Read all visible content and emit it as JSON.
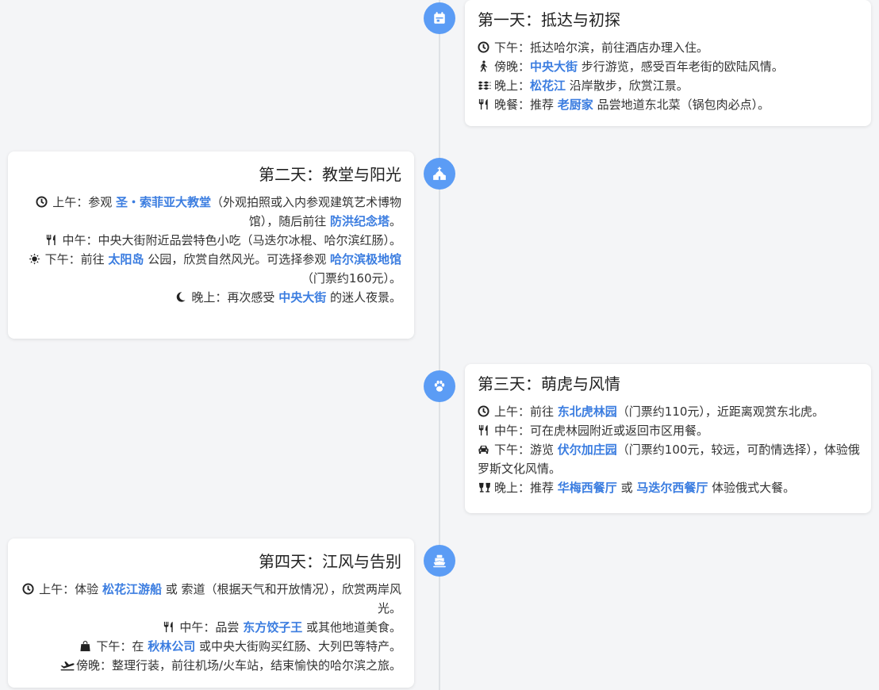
{
  "days": [
    {
      "title": "第一天：抵达与初探",
      "items": [
        {
          "icon": "clock-icon",
          "text": [
            "下午：抵达哈尔滨，前往酒店办理入住。"
          ]
        },
        {
          "icon": "walking-icon",
          "text": [
            "傍晚：",
            "中央大街",
            " 步行游览，感受百年老街的欧陆风情。"
          ]
        },
        {
          "icon": "water-icon",
          "text": [
            "晚上：",
            "松花江",
            " 沿岸散步，欣赏江景。"
          ]
        },
        {
          "icon": "utensils-icon",
          "text": [
            "晚餐：推荐 ",
            "老厨家",
            " 品尝地道东北菜（锅包肉必点）。"
          ]
        }
      ]
    },
    {
      "title": "第二天：教堂与阳光",
      "items": [
        {
          "icon": "clock-icon",
          "text": [
            "上午：参观 ",
            "圣・索菲亚大教堂",
            "（外观拍照或入内参观建筑艺术博物馆），随后前往 ",
            "防洪纪念塔",
            "。"
          ]
        },
        {
          "icon": "utensils-icon",
          "text": [
            "中午：中央大街附近品尝特色小吃（马迭尔冰棍、哈尔滨红肠）。"
          ]
        },
        {
          "icon": "sun-icon",
          "text": [
            "下午：前往 ",
            "太阳岛",
            " 公园，欣赏自然风光。可选择参观 ",
            "哈尔滨极地馆",
            "（门票约160元）。"
          ]
        },
        {
          "icon": "moon-icon",
          "text": [
            "晚上：再次感受 ",
            "中央大街",
            " 的迷人夜景。"
          ]
        }
      ]
    },
    {
      "title": "第三天：萌虎与风情",
      "items": [
        {
          "icon": "clock-icon",
          "text": [
            "上午：前往 ",
            "东北虎林园",
            "（门票约110元），近距离观赏东北虎。"
          ]
        },
        {
          "icon": "utensils-icon",
          "text": [
            "中午：可在虎林园附近或返回市区用餐。"
          ]
        },
        {
          "icon": "car-icon",
          "text": [
            "下午：游览 ",
            "伏尔加庄园",
            "（门票约100元，较远，可酌情选择），体验俄罗斯文化风情。"
          ]
        },
        {
          "icon": "wine-glasses-icon",
          "text": [
            "晚上：推荐 ",
            "华梅西餐厅",
            " 或 ",
            "马迭尔西餐厅",
            " 体验俄式大餐。"
          ]
        }
      ]
    },
    {
      "title": "第四天：江风与告别",
      "items": [
        {
          "icon": "clock-icon",
          "text": [
            "上午：体验 ",
            "松花江游船",
            " 或 索道（根据天气和开放情况），欣赏两岸风光。"
          ]
        },
        {
          "icon": "utensils-icon",
          "text": [
            "中午：品尝 ",
            "东方饺子王",
            " 或其他地道美食。"
          ]
        },
        {
          "icon": "shopping-bag-icon",
          "text": [
            "下午：在 ",
            "秋林公司",
            " 或中央大街购买红肠、大列巴等特产。"
          ]
        },
        {
          "icon": "plane-departure-icon",
          "text": [
            "傍晚：整理行装，前往机场/火车站，结束愉快的哈尔滨之旅。"
          ]
        }
      ]
    }
  ],
  "node_icons": [
    "calendar-icon",
    "church-icon",
    "paw-icon",
    "ship-icon"
  ],
  "colors": {
    "accent": "#5b9cf5",
    "highlight": "#3b7de0",
    "background": "#f4f5f7"
  }
}
